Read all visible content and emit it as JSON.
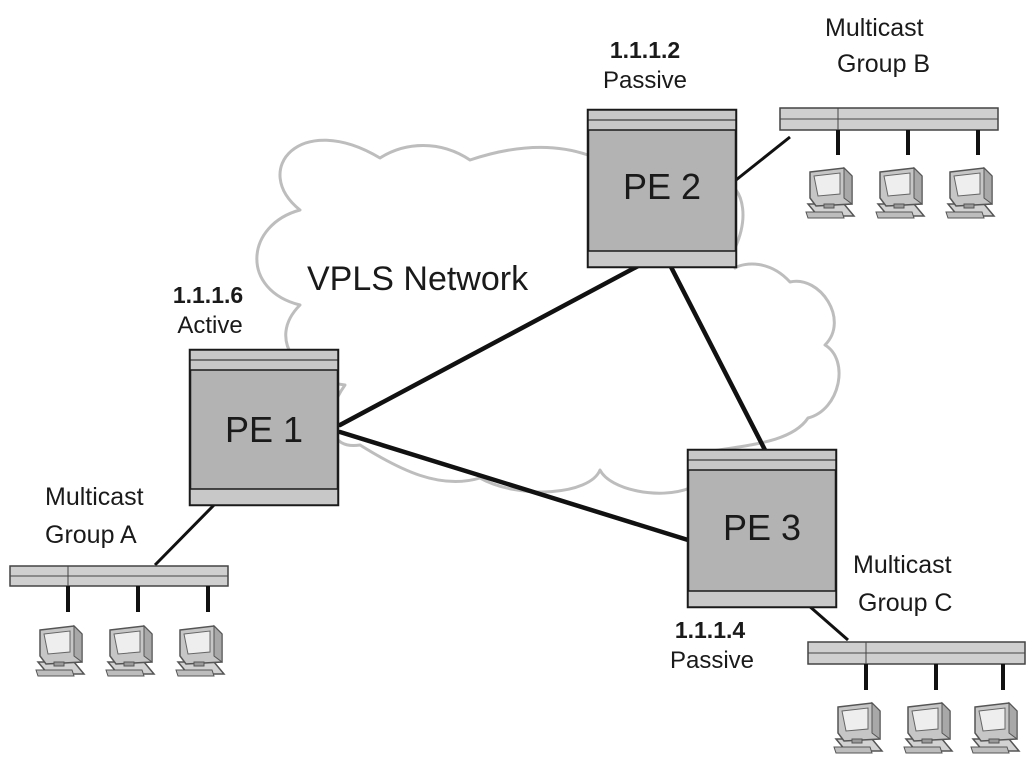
{
  "cloud": {
    "label": "VPLS Network",
    "outline_color": "#bdbdbd"
  },
  "routers": [
    {
      "id": "pe1",
      "label": "PE 1",
      "address": "1.1.1.6",
      "role": "Active"
    },
    {
      "id": "pe2",
      "label": "PE 2",
      "address": "1.1.1.2",
      "role": "Passive"
    },
    {
      "id": "pe3",
      "label": "PE 3",
      "address": "1.1.1.4",
      "role": "Passive"
    }
  ],
  "groups": [
    {
      "id": "a",
      "line1": "Multicast",
      "line2": "Group A",
      "attached_to": "PE 1",
      "hosts": 3
    },
    {
      "id": "b",
      "line1": "Multicast",
      "line2": "Group B",
      "attached_to": "PE 2",
      "hosts": 3
    },
    {
      "id": "c",
      "line1": "Multicast",
      "line2": "Group C",
      "attached_to": "PE 3",
      "hosts": 3
    }
  ],
  "links": [
    {
      "from": "PE 1",
      "to": "PE 2"
    },
    {
      "from": "PE 1",
      "to": "PE 3"
    },
    {
      "from": "PE 2",
      "to": "PE 3"
    }
  ],
  "colors": {
    "router_fill": "#b3b3b3",
    "line": "#111111",
    "cloud": "#bdbdbd"
  }
}
